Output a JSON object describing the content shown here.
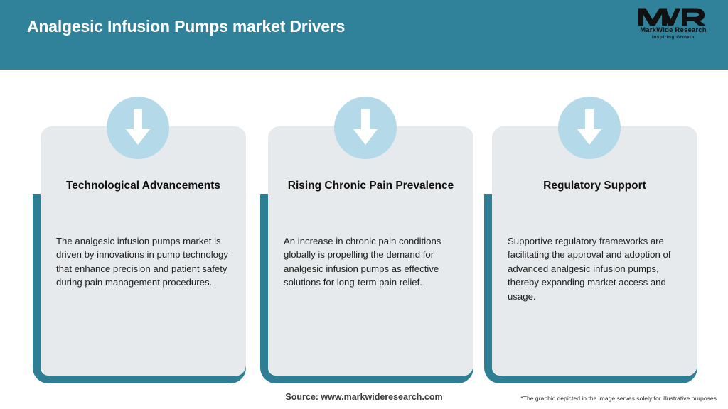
{
  "header": {
    "title": "Analgesic Infusion Pumps market Drivers",
    "band_color": "#2f8299"
  },
  "logo": {
    "mark_text": "MWR",
    "name": "MarkWide Research",
    "tagline": "Inspiring Growth"
  },
  "theme": {
    "teal": "#2e7e96",
    "card_bg": "#e7eaec",
    "icon_circle": "#b4d9e8",
    "icon_arrow": "#ffffff"
  },
  "cards": [
    {
      "icon": "arrow-down-icon",
      "heading": "Technological Advancements",
      "text": "The analgesic infusion pumps market is driven by innovations in pump technology that enhance precision and patient safety during pain management procedures."
    },
    {
      "icon": "arrow-down-icon",
      "heading": "Rising Chronic Pain Prevalence",
      "text": "An increase in chronic pain conditions globally is propelling the demand for analgesic infusion pumps as effective solutions for long-term pain relief."
    },
    {
      "icon": "arrow-down-icon",
      "heading": "Regulatory Support",
      "text": "Supportive regulatory frameworks are facilitating the approval and adoption of advanced analgesic infusion pumps, thereby expanding market access and usage."
    }
  ],
  "footer": {
    "source": "Source: www.markwideresearch.com",
    "note": "*The graphic depicted in the image serves solely for illustrative purposes"
  }
}
